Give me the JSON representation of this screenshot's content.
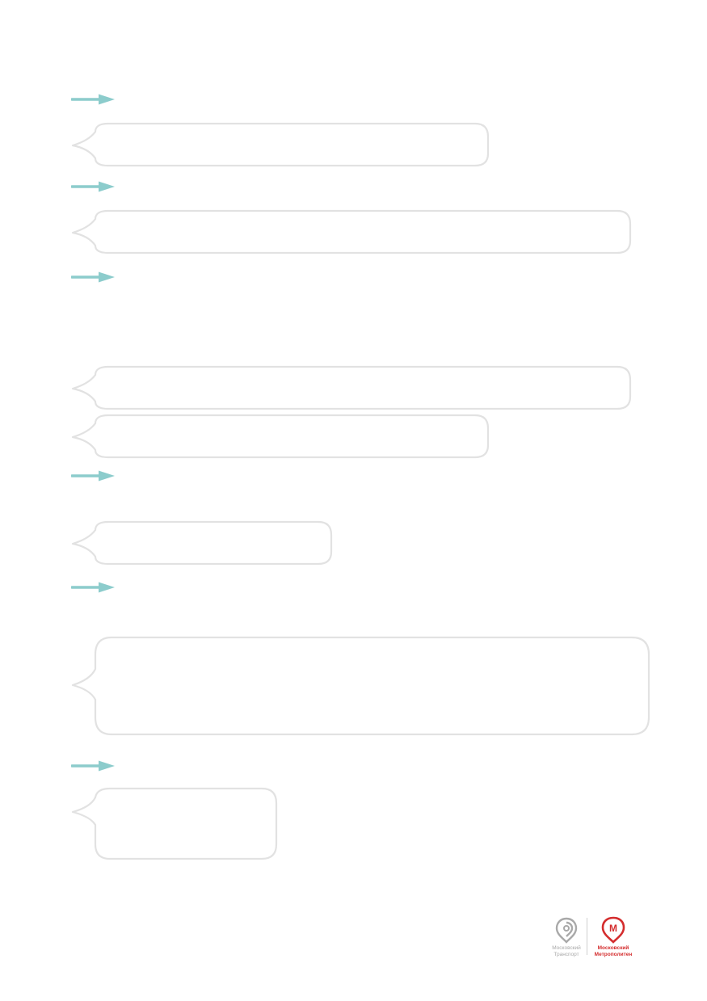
{
  "colors": {
    "arrow": "#8ccccc",
    "bubble_stroke": "#e2e2e2",
    "transport_logo": "#a9a9a9",
    "metro_logo": "#d42d2e"
  },
  "logos": {
    "transport": {
      "icon": "moscow-transport-icon",
      "name_line1": "Московский",
      "name_line2": "Транспорт"
    },
    "metro": {
      "icon": "moscow-metro-icon",
      "letter": "М",
      "name_line1": "Московский",
      "name_line2": "Метрополитен"
    }
  }
}
